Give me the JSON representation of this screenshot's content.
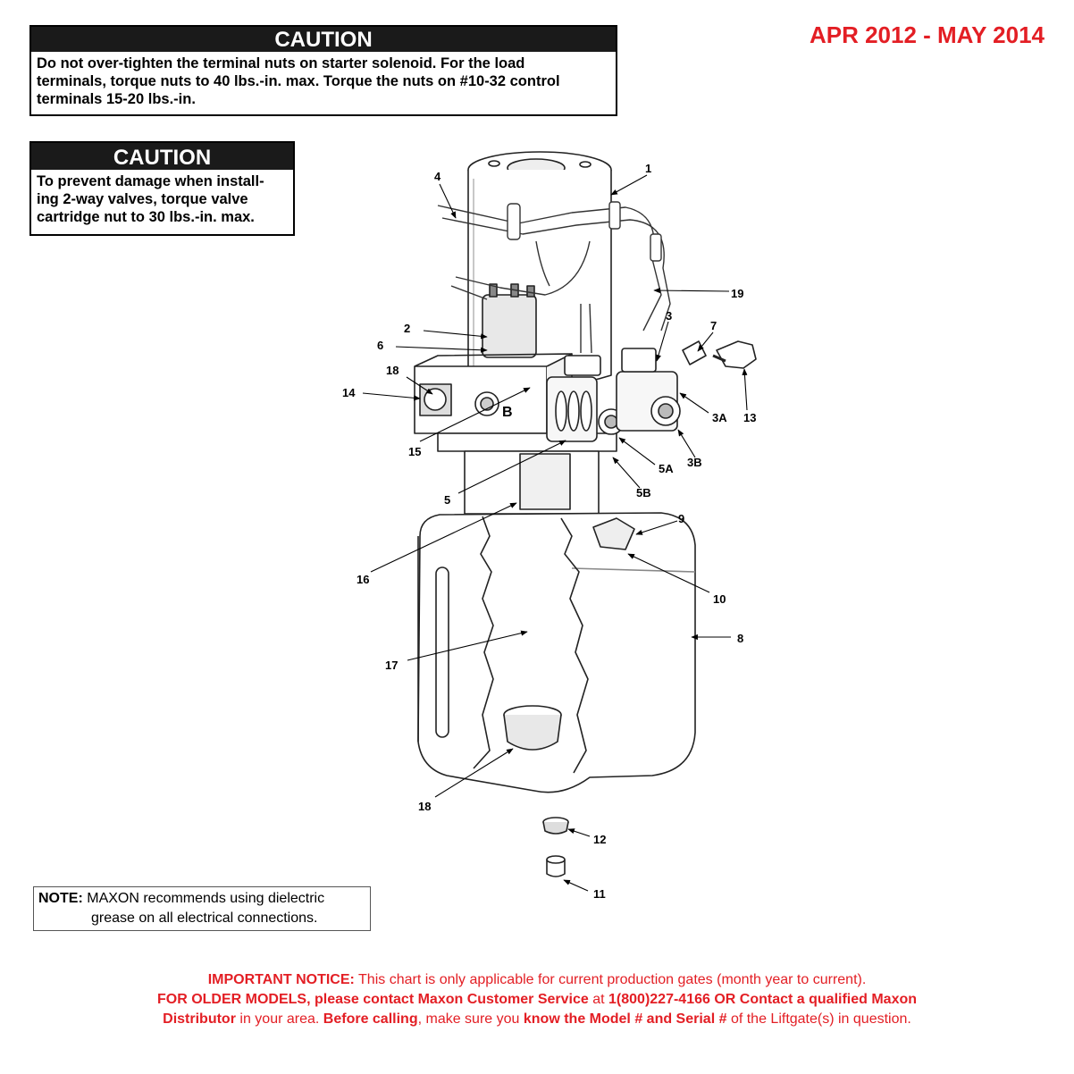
{
  "date_range": "APR 2012 - MAY 2014",
  "caution_1": {
    "title": "CAUTION",
    "lines": [
      "Do not over-tighten the terminal nuts on starter solenoid. For the load",
      "terminals, torque nuts to 40 lbs.-in. max. Torque the nuts on #10-32 control",
      "terminals 15-20 lbs.-in."
    ]
  },
  "caution_2": {
    "title": "CAUTION",
    "lines": [
      "To prevent damage when install-",
      "ing 2-way valves, torque valve",
      "cartridge nut to 30 lbs.-in. max."
    ]
  },
  "note": {
    "label": "NOTE:",
    "line1": "MAXON recommends using dielectric",
    "line2": "grease on all electrical connections."
  },
  "notice": {
    "line1_bold": "IMPORTANT NOTICE:",
    "line1_rest": "This chart is only applicable for current production gates (month year to current).",
    "line2_bold": "FOR OLDER MODELS, please contact Maxon Customer Service",
    "line2_mid": "at",
    "line2_bold2": "1(800)227-4166 OR Contact a qualified Maxon",
    "line3_bold": "Distributor",
    "line3_mid": "in your area.",
    "line3_bold2": "Before calling",
    "line3_mid2": ", make sure you",
    "line3_bold3": "know the Model # and Serial #",
    "line3_end": "of the Liftgate(s) in question."
  },
  "callouts": {
    "c1": "1",
    "c2": "2",
    "c3": "3",
    "c3a": "3A",
    "c3b": "3B",
    "c4": "4",
    "c5": "5",
    "c5a": "5A",
    "c5b": "5B",
    "c6": "6",
    "c7": "7",
    "c8": "8",
    "c9": "9",
    "c10": "10",
    "c11": "11",
    "c12": "12",
    "c13": "13",
    "c14": "14",
    "c15": "15",
    "c16": "16",
    "c17": "17",
    "c18a": "18",
    "c18b": "18",
    "c19": "19",
    "port_b": "B"
  },
  "colors": {
    "accent_red": "#e31e24",
    "caution_header": "#1a1a1a"
  }
}
